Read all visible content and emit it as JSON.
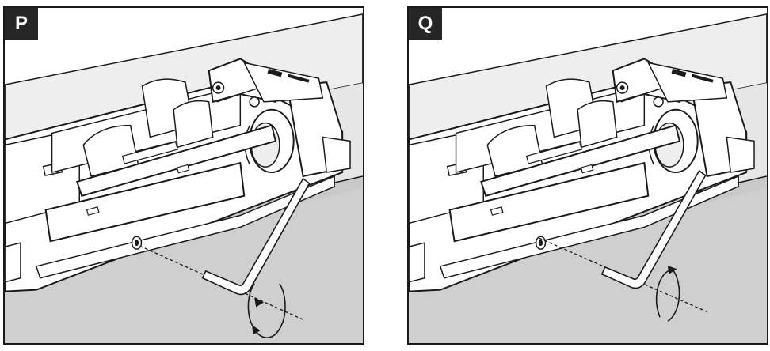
{
  "panels": [
    {
      "label": "P",
      "rotation": "clockwise",
      "icon": "hex-key-turn-icon"
    },
    {
      "label": "Q",
      "rotation": "counterclockwise",
      "icon": "hex-key-turn-icon"
    }
  ],
  "colors": {
    "frame": "#1a1a1a",
    "badge_bg": "#262626",
    "badge_text": "#ffffff",
    "wall_light": "#eeeeee",
    "wall_mid": "#d9d9d9",
    "wall_dark": "#c6c6c6"
  }
}
